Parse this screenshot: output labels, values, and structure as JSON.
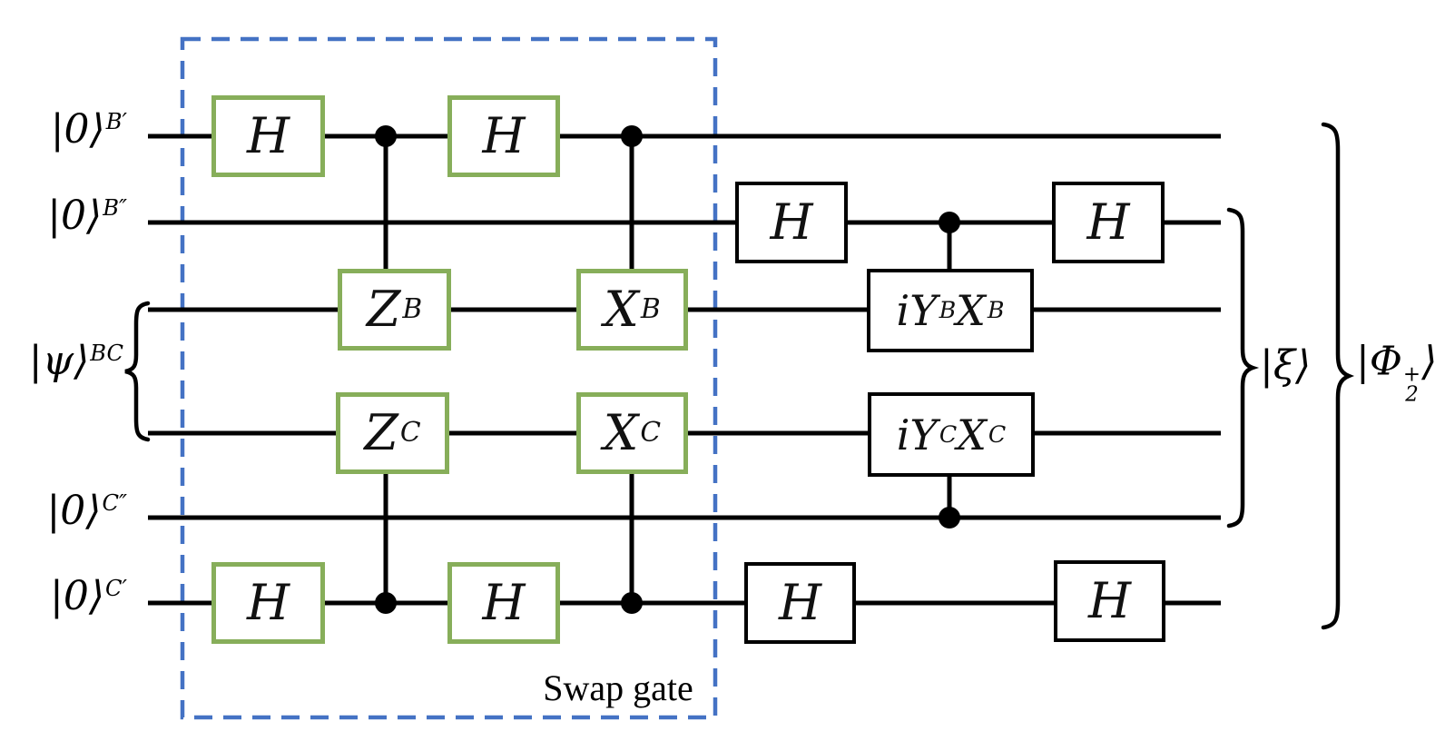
{
  "colors": {
    "wire_black": "#000000",
    "gate_border_green": "#87AE5A",
    "gate_border_black": "#000000",
    "dashed_box_blue": "#4472C4",
    "background": "#FFFFFF"
  },
  "wire_labels": {
    "b_prime": [
      {
        "t": "|0⟩"
      },
      {
        "s": "B′"
      }
    ],
    "b_dprime": [
      {
        "t": "|0⟩"
      },
      {
        "s": "B″"
      }
    ],
    "c_dprime": [
      {
        "t": "|0⟩"
      },
      {
        "s": "C″"
      }
    ],
    "c_prime": [
      {
        "t": "|0⟩"
      },
      {
        "s": "C′"
      }
    ]
  },
  "input_state_label": [
    {
      "t": "|ψ⟩"
    },
    {
      "s": "BC"
    }
  ],
  "gate_labels": {
    "h": "H",
    "z_b": [
      {
        "t": "Z"
      },
      {
        "s": "B"
      }
    ],
    "z_c": [
      {
        "t": "Z"
      },
      {
        "s": "C"
      }
    ],
    "x_b": [
      {
        "t": "X"
      },
      {
        "s": "B"
      }
    ],
    "x_c": [
      {
        "t": "X"
      },
      {
        "s": "C"
      }
    ],
    "iyx_b": [
      {
        "t": "iY"
      },
      {
        "s": "B"
      },
      {
        "t": " X"
      },
      {
        "s": "B"
      }
    ],
    "iyx_c": [
      {
        "t": "iY"
      },
      {
        "s": "C"
      },
      {
        "t": " X"
      },
      {
        "s": "C"
      }
    ]
  },
  "swap_box": {
    "label": "Swap gate"
  },
  "output_states": {
    "xi": [
      {
        "t": "|ξ⟩"
      }
    ],
    "phi": [
      {
        "t": "|Φ"
      },
      {
        "stack": {
          "sup": "+",
          "sub": "2"
        }
      },
      {
        "t": "⟩"
      }
    ]
  }
}
